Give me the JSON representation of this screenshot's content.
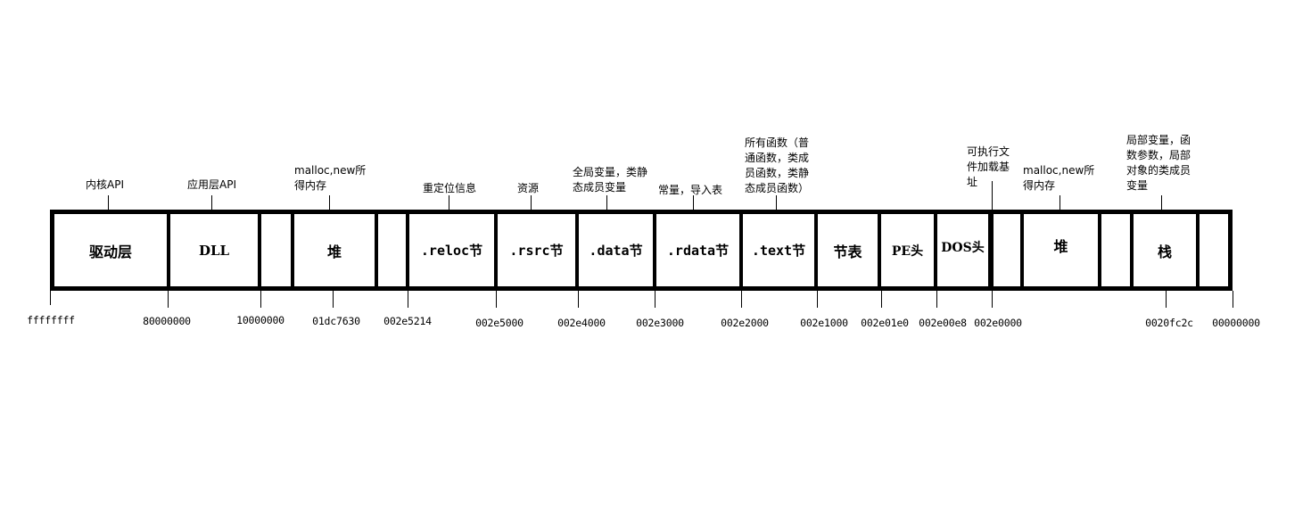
{
  "diagram": {
    "title": "",
    "type": "process-memory-layout",
    "segments": [
      {
        "label": "驱动层"
      },
      {
        "label": "DLL"
      },
      {
        "label": ""
      },
      {
        "label": "堆"
      },
      {
        "label": ""
      },
      {
        "label": ".reloc节"
      },
      {
        "label": ".rsrc节"
      },
      {
        "label": ".data节"
      },
      {
        "label": ".rdata节"
      },
      {
        "label": ".text节"
      },
      {
        "label": "节表"
      },
      {
        "label": "PE头"
      },
      {
        "label": "DOS头"
      },
      {
        "label": ""
      },
      {
        "label": "堆"
      },
      {
        "label": ""
      },
      {
        "label": "栈"
      },
      {
        "label": ""
      }
    ],
    "annotations": [
      {
        "text": "内核API"
      },
      {
        "text": "应用层API"
      },
      {
        "text": "malloc,new所\n得内存"
      },
      {
        "text": "重定位信息"
      },
      {
        "text": "资源"
      },
      {
        "text": "全局变量，类静\n态成员变量"
      },
      {
        "text": "常量，导入表"
      },
      {
        "text": "所有函数（普\n通函数，类成\n员函数，类静\n态成员函数）"
      },
      {
        "text": "可执行文\n件加载基\n址"
      },
      {
        "text": "malloc,new所\n得内存"
      },
      {
        "text": "局部变量，函\n数参数，局部\n对象的类成员\n变量"
      }
    ],
    "addresses": [
      "ffffffff",
      "80000000",
      "10000000",
      "01dc7630",
      "002e5214",
      "002e5000",
      "002e4000",
      "002e3000",
      "002e2000",
      "002e1000",
      "002e01e0",
      "002e00e8",
      "002e0000",
      "0020fc2c",
      "00000000"
    ]
  }
}
